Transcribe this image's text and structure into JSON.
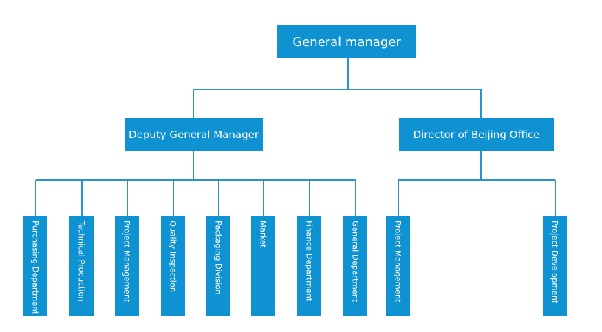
{
  "colors": {
    "box": "#0e92d2",
    "line": "#2a95cc",
    "text": "#ffffff"
  },
  "top": {
    "label": "General manager"
  },
  "deputy": {
    "label": "Deputy General Manager"
  },
  "beijing": {
    "label": "Director of Beijing Office"
  },
  "deputy_departments": [
    "Purchasing Department",
    "Technical Production",
    "Project Management",
    "Quality Inspection",
    "Packaging Division",
    "Market",
    "Finance Department",
    "General Department"
  ],
  "beijing_departments": [
    "Project Management",
    "Project Development"
  ]
}
